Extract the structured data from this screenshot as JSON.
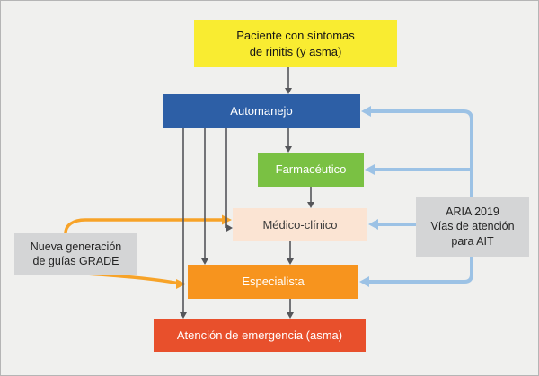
{
  "palette": {
    "background": "#f0f0ee",
    "arrow_dark": "#55565a",
    "arrow_orange": "#f7a328",
    "arrow_blue": "#9cc2e5"
  },
  "nodes": {
    "patient": {
      "lines": [
        "Paciente con síntomas",
        "de rinitis (y asma)"
      ],
      "color": "#f9ec31"
    },
    "automanejo": {
      "label": "Automanejo",
      "color": "#2d5fa6"
    },
    "farmaceutico": {
      "label": "Farmacéutico",
      "color": "#7ac143"
    },
    "medico": {
      "label": "Médico-clínico",
      "color": "#fbe4d3"
    },
    "especialista": {
      "label": "Especialista",
      "color": "#f7941e"
    },
    "emergencia": {
      "label": "Atención de emergencia (asma)",
      "color": "#e8502c"
    },
    "grade": {
      "lines": [
        "Nueva generación",
        "de guías GRADE"
      ],
      "color": "#d4d5d6"
    },
    "aria": {
      "lines": [
        "ARIA 2019",
        "Vías de atención",
        "para AIT"
      ],
      "color": "#d4d5d6"
    }
  }
}
